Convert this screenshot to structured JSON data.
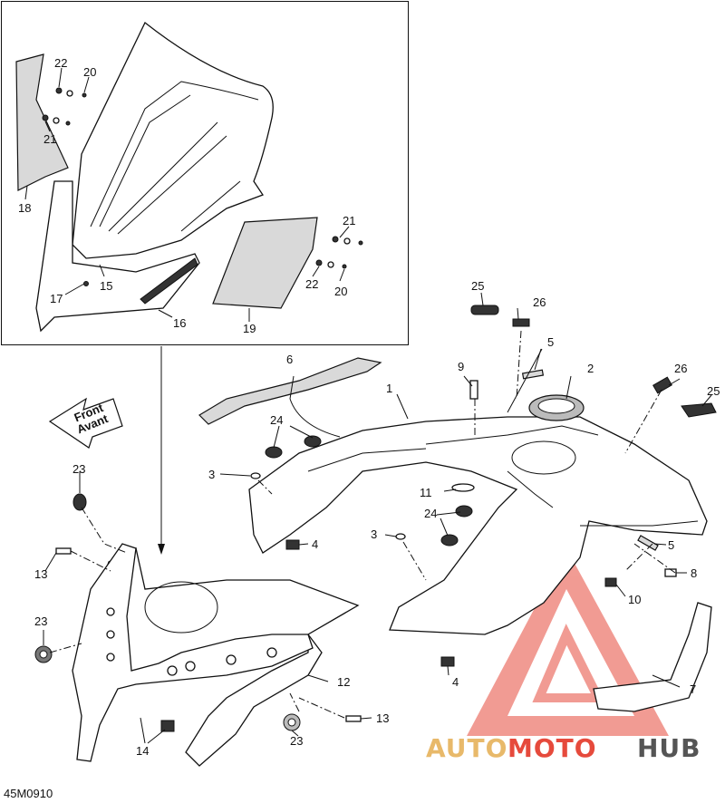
{
  "diagram_code": "45M0910",
  "front_arrow": {
    "line1": "Front",
    "line2": "Avant"
  },
  "watermark": {
    "part1": "AUTO",
    "part2": "MOTO",
    "part3": "HUB",
    "color1": "#e8b96a",
    "color2": "#e64a3c",
    "color3": "#555555"
  },
  "callouts": {
    "c1": "1",
    "c2": "2",
    "c3a": "3",
    "c3b": "3",
    "c4a": "4",
    "c4b": "4",
    "c5a": "5",
    "c5b": "5",
    "c6": "6",
    "c7": "7",
    "c8": "8",
    "c9": "9",
    "c10": "10",
    "c11": "11",
    "c12": "12",
    "c13a": "13",
    "c13b": "13",
    "c14": "14",
    "c15": "15",
    "c16": "16",
    "c17": "17",
    "c18": "18",
    "c19": "19",
    "c20a": "20",
    "c20b": "20",
    "c21a": "21",
    "c21b": "21",
    "c22a": "22",
    "c22b": "22",
    "c23a": "23",
    "c23b": "23",
    "c23c": "23",
    "c24a": "24",
    "c24b": "24",
    "c25a": "25",
    "c25b": "25",
    "c26a": "26",
    "c26b": "26"
  }
}
